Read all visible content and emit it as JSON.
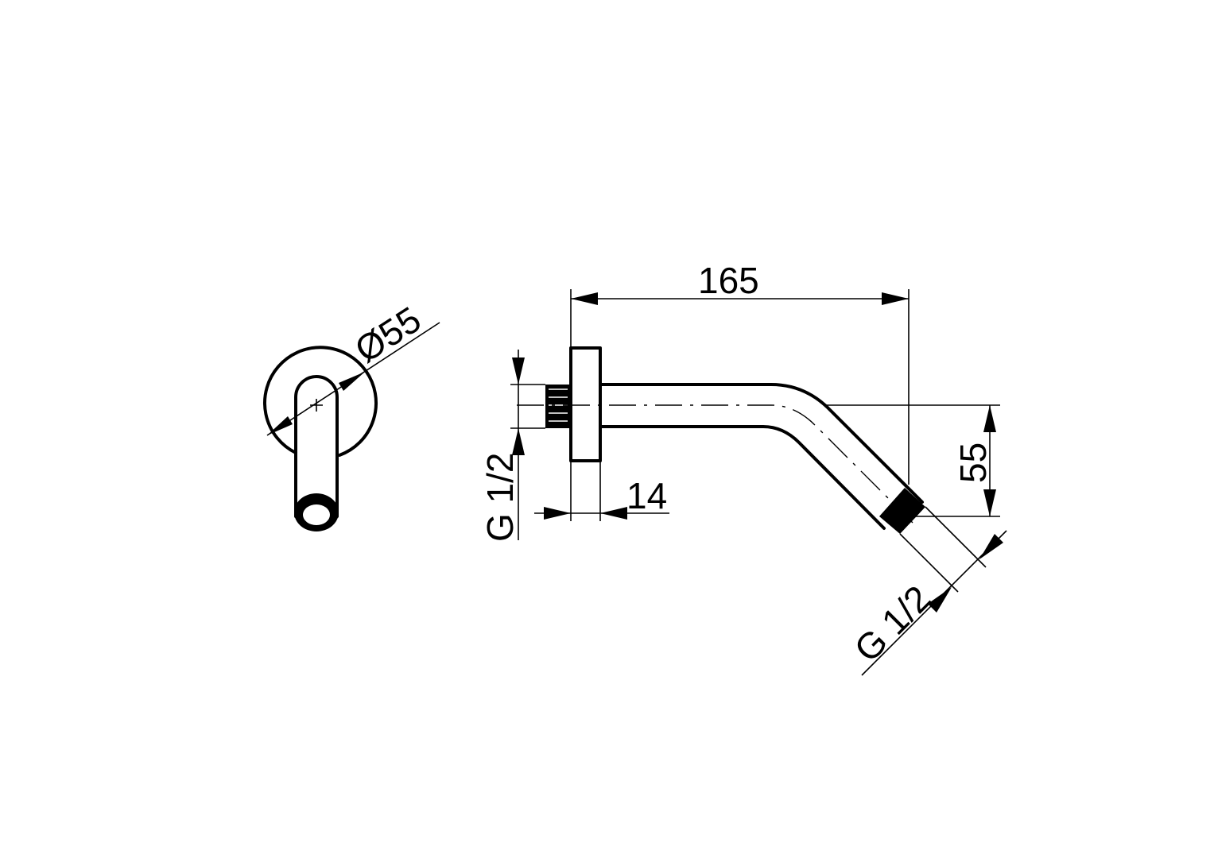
{
  "drawing": {
    "front_view": {
      "diameter_label": "Ø55"
    },
    "side_view": {
      "length_label": "165",
      "flange_thickness_label": "14",
      "drop_label": "55",
      "inlet_thread_label": "G 1/2",
      "outlet_thread_label": "G 1/2"
    }
  },
  "colors": {
    "line": "#000000",
    "background": "#ffffff"
  }
}
